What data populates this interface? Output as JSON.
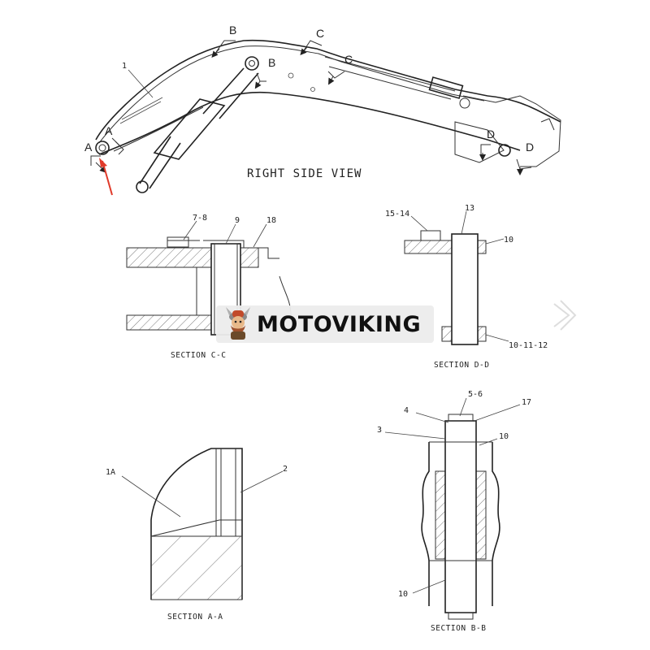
{
  "view_title": "RIGHT SIDE VIEW",
  "section_markers": {
    "a": "A",
    "b": "B",
    "c": "C",
    "d": "D"
  },
  "callouts": {
    "c1": "1",
    "c1A": "1A",
    "c2": "2",
    "c3": "3",
    "c4": "4",
    "c5_6": "5-6",
    "c7_8": "7-8",
    "c9": "9",
    "c10": "10",
    "c10_11_12": "10-11-12",
    "c13": "13",
    "c15_14": "15-14",
    "c17": "17",
    "c18": "18"
  },
  "sections": {
    "cc": "SECTION C-C",
    "dd": "SECTION D-D",
    "aa": "SECTION A-A",
    "bb": "SECTION B-B"
  },
  "watermark": {
    "brand": "MOTOVIKING",
    "logo_icon": "viking-mascot-icon"
  },
  "colors": {
    "arrow": "#e03a2a",
    "line": "#333333",
    "background": "#ffffff"
  }
}
